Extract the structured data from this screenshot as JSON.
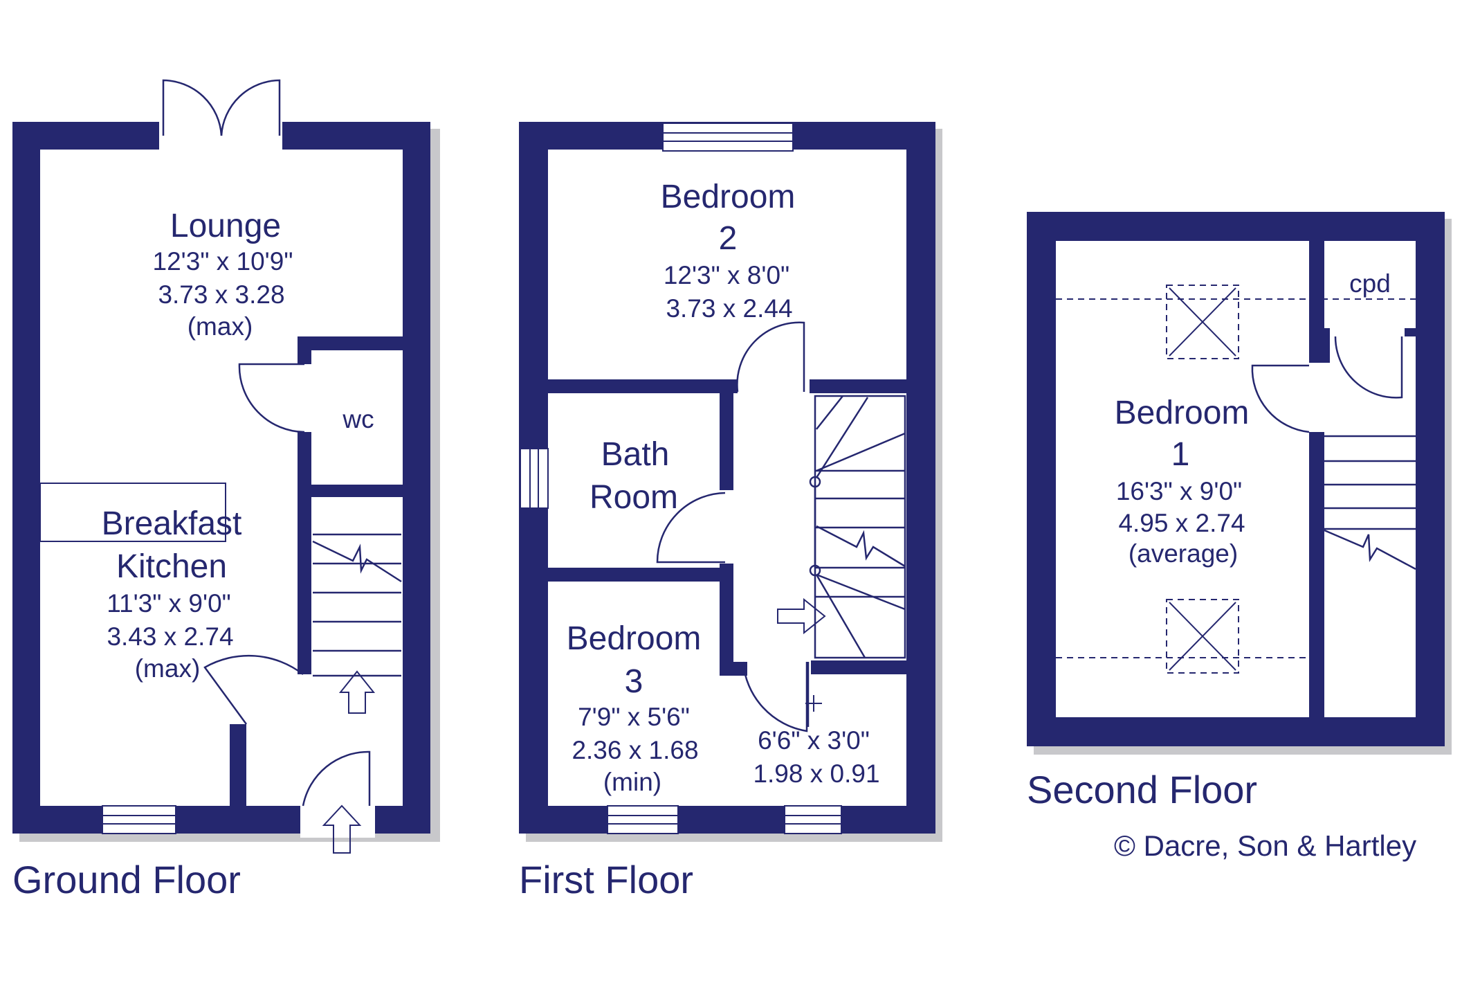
{
  "floors": {
    "ground": {
      "title": "Ground Floor",
      "lounge": {
        "name": "Lounge",
        "imperial": "12'3\"  x  10'9\"",
        "metric": "3.73  x  3.28",
        "note": "(max)"
      },
      "wc": {
        "name": "wc"
      },
      "kitchen": {
        "name_line1": "Breakfast",
        "name_line2": "Kitchen",
        "imperial": "11'3\"  x  9'0\"",
        "metric": "3.43  x  2.74",
        "note": "(max)"
      }
    },
    "first": {
      "title": "First Floor",
      "bedroom2": {
        "name_line1": "Bedroom",
        "name_line2": "2",
        "imperial": "12'3\"  x  8'0\"",
        "metric": "3.73  x  2.44"
      },
      "bathroom": {
        "name_line1": "Bath",
        "name_line2": "Room"
      },
      "bedroom3": {
        "name_line1": "Bedroom",
        "name_line2": "3",
        "imperial": "7'9\"  x  5'6\"",
        "metric": "2.36  x  1.68",
        "note": "(min)"
      },
      "landing": {
        "imperial": "6'6\"  x  3'0\"",
        "metric": "1.98  x  0.91"
      }
    },
    "second": {
      "title": "Second Floor",
      "bedroom1": {
        "name_line1": "Bedroom",
        "name_line2": "1",
        "imperial": "16'3\"  x  9'0\"",
        "metric": "4.95  x  2.74",
        "note": "(average)"
      },
      "cupboard": {
        "name": "cpd"
      }
    }
  },
  "copyright": "© Dacre, Son & Hartley",
  "colors": {
    "wall": "#25276f",
    "background": "#ffffff",
    "shadow": "#9a9aa0"
  }
}
